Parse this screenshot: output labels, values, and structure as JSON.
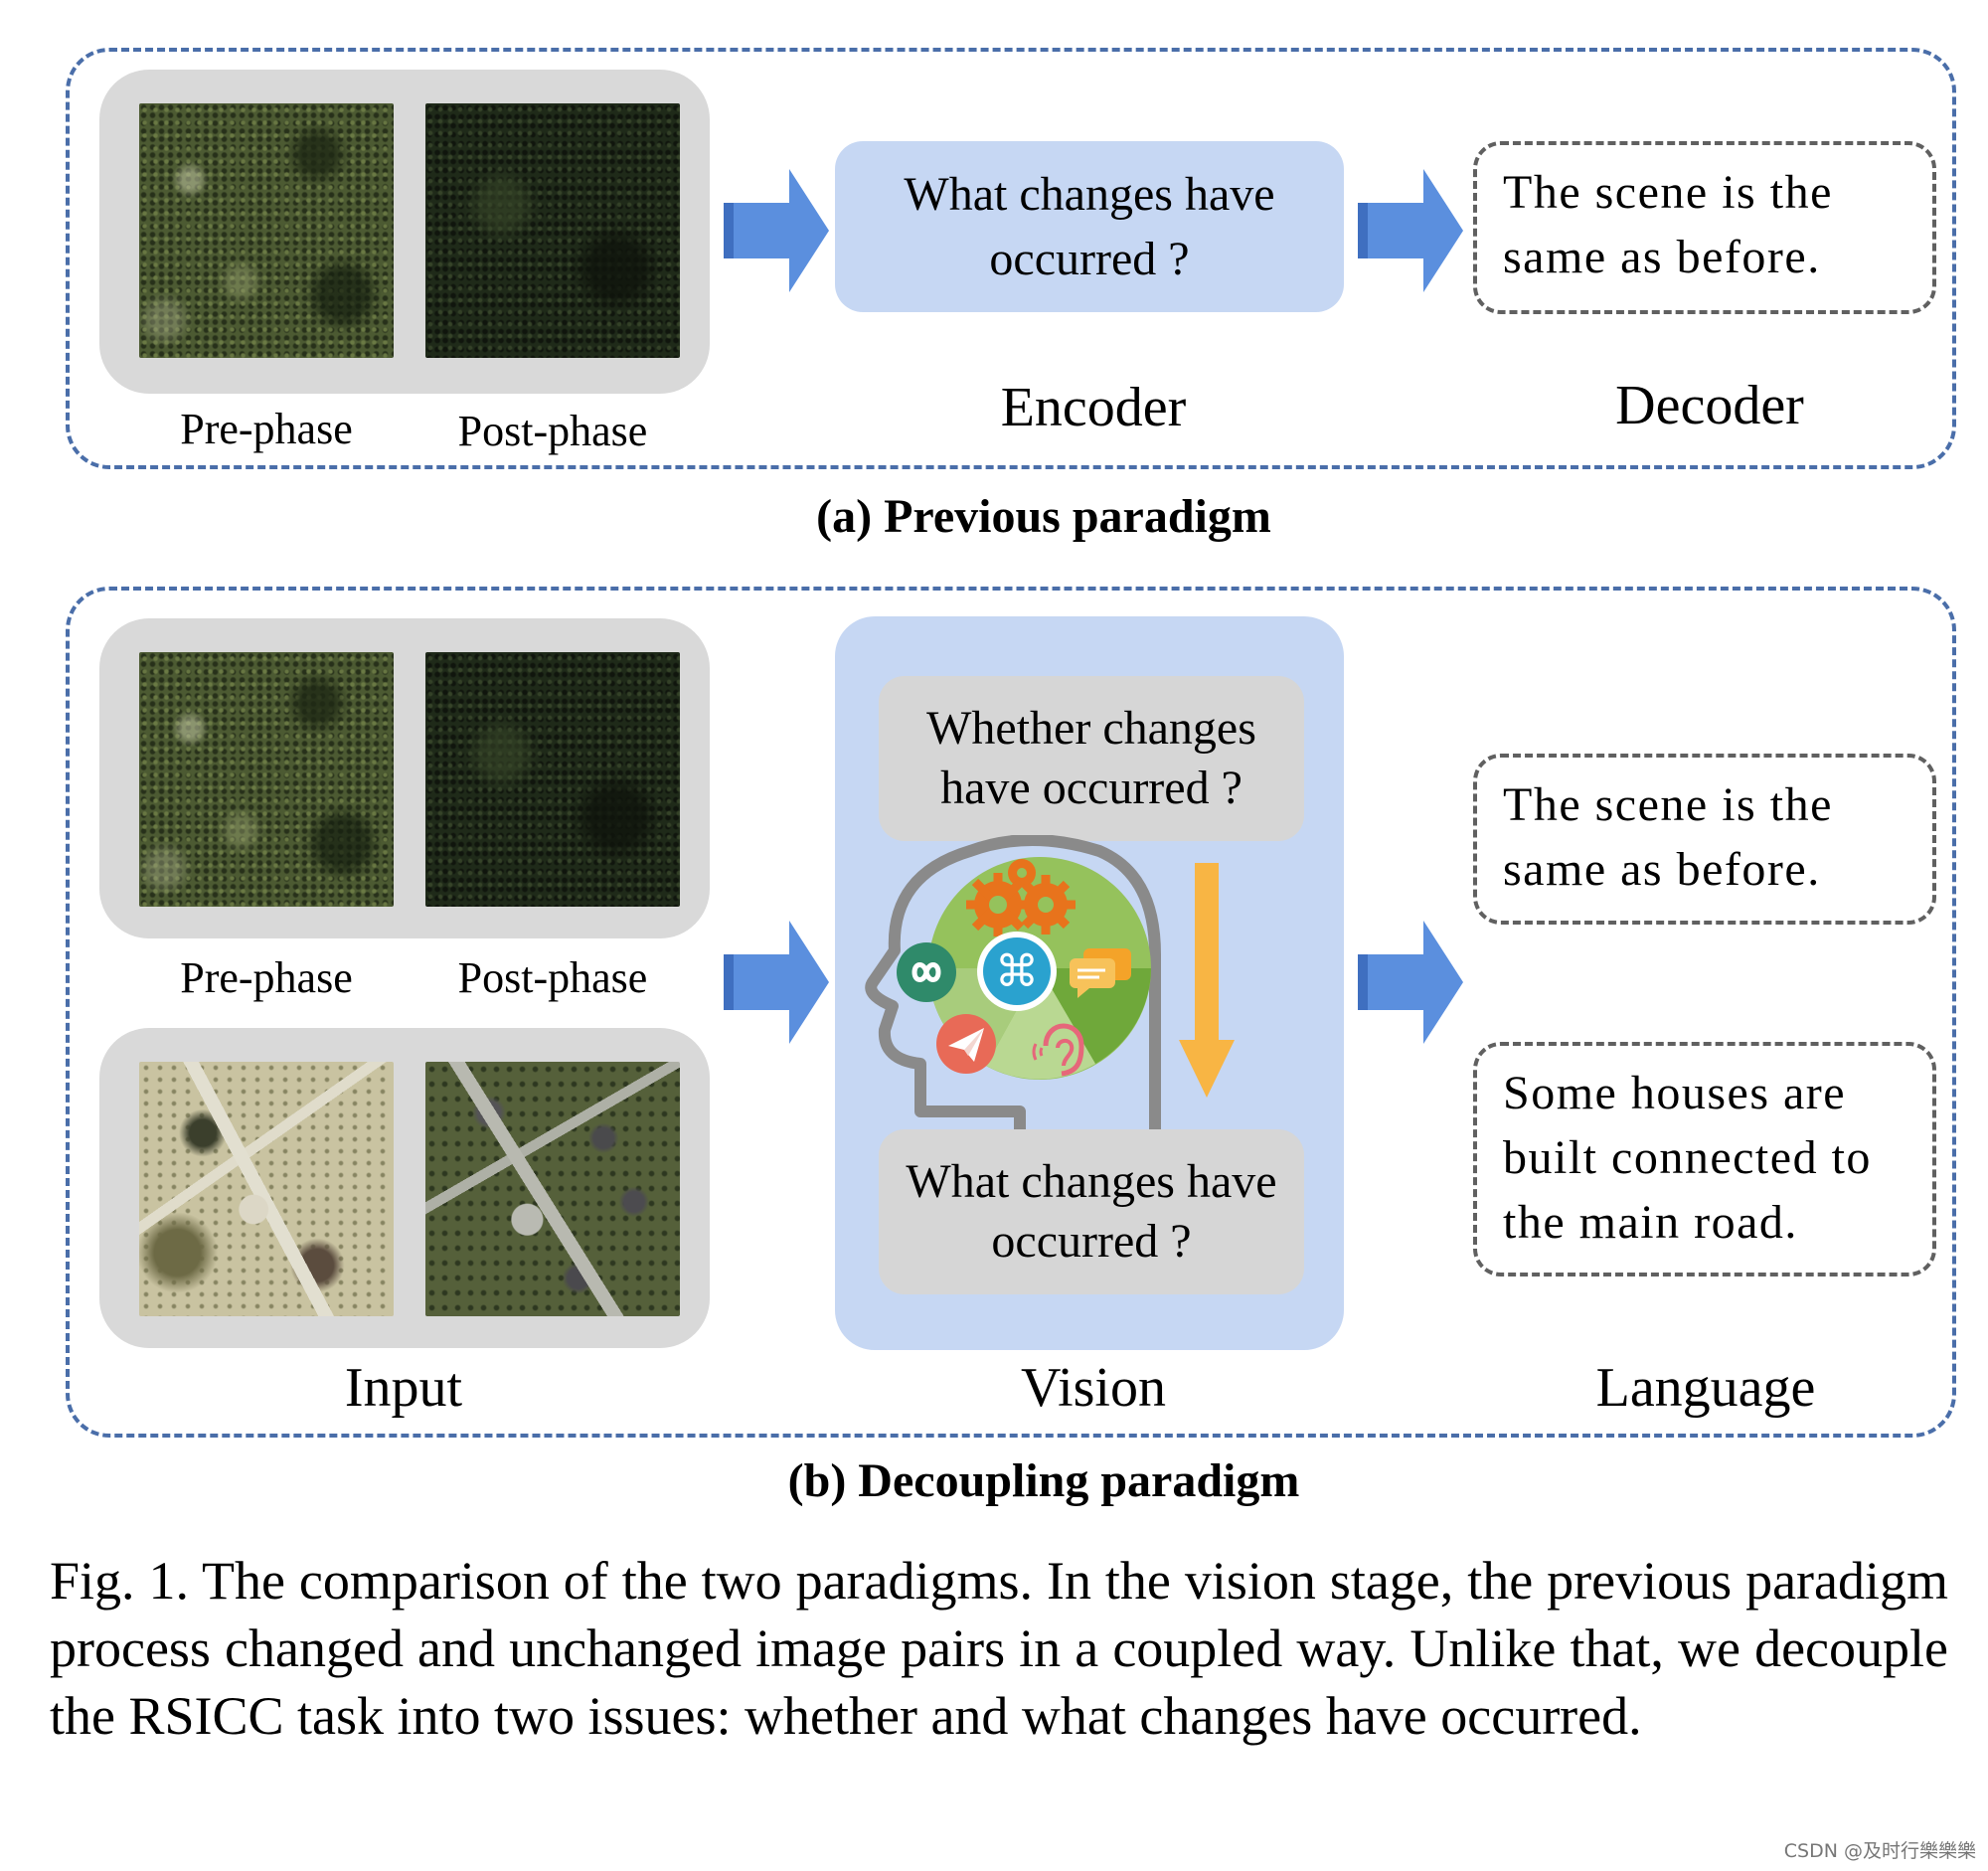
{
  "panel_a": {
    "pre_phase_label": "Pre-phase",
    "post_phase_label": "Post-phase",
    "question": "What changes have occurred ?",
    "answer": "The scene is the same as before.",
    "encoder_label": "Encoder",
    "decoder_label": "Decoder",
    "title": "(a) Previous paradigm"
  },
  "panel_b": {
    "pre_phase_label": "Pre-phase",
    "post_phase_label": "Post-phase",
    "question_whether": "Whether changes have occurred ?",
    "question_what": "What changes have occurred ?",
    "answer_unchanged": "The scene is the same as before.",
    "answer_changed": "Some houses are built connected to the main road.",
    "input_label": "Input",
    "vision_label": "Vision",
    "language_label": "Language",
    "title": "(b) Decoupling paradigm"
  },
  "caption": "Fig. 1.  The comparison of the two paradigms. In the vision stage, the previous paradigm process changed and unchanged image pairs in a coupled way. Unlike that, we decouple the RSICC task into two issues: whether and what changes have occurred.",
  "watermark": "CSDN @及时行樂樂樂",
  "colors": {
    "panel_border": "#4a6ea9",
    "arrow": "#5b8fde",
    "blue_box": "#c6d7f3",
    "grey_box": "#d6d6d6",
    "down_arrow": "#f8b544"
  },
  "icons": [
    "gears-icon",
    "infinity-icon",
    "command-icon",
    "chat-icon",
    "paper-plane-icon",
    "ear-icon",
    "head-outline-icon"
  ]
}
